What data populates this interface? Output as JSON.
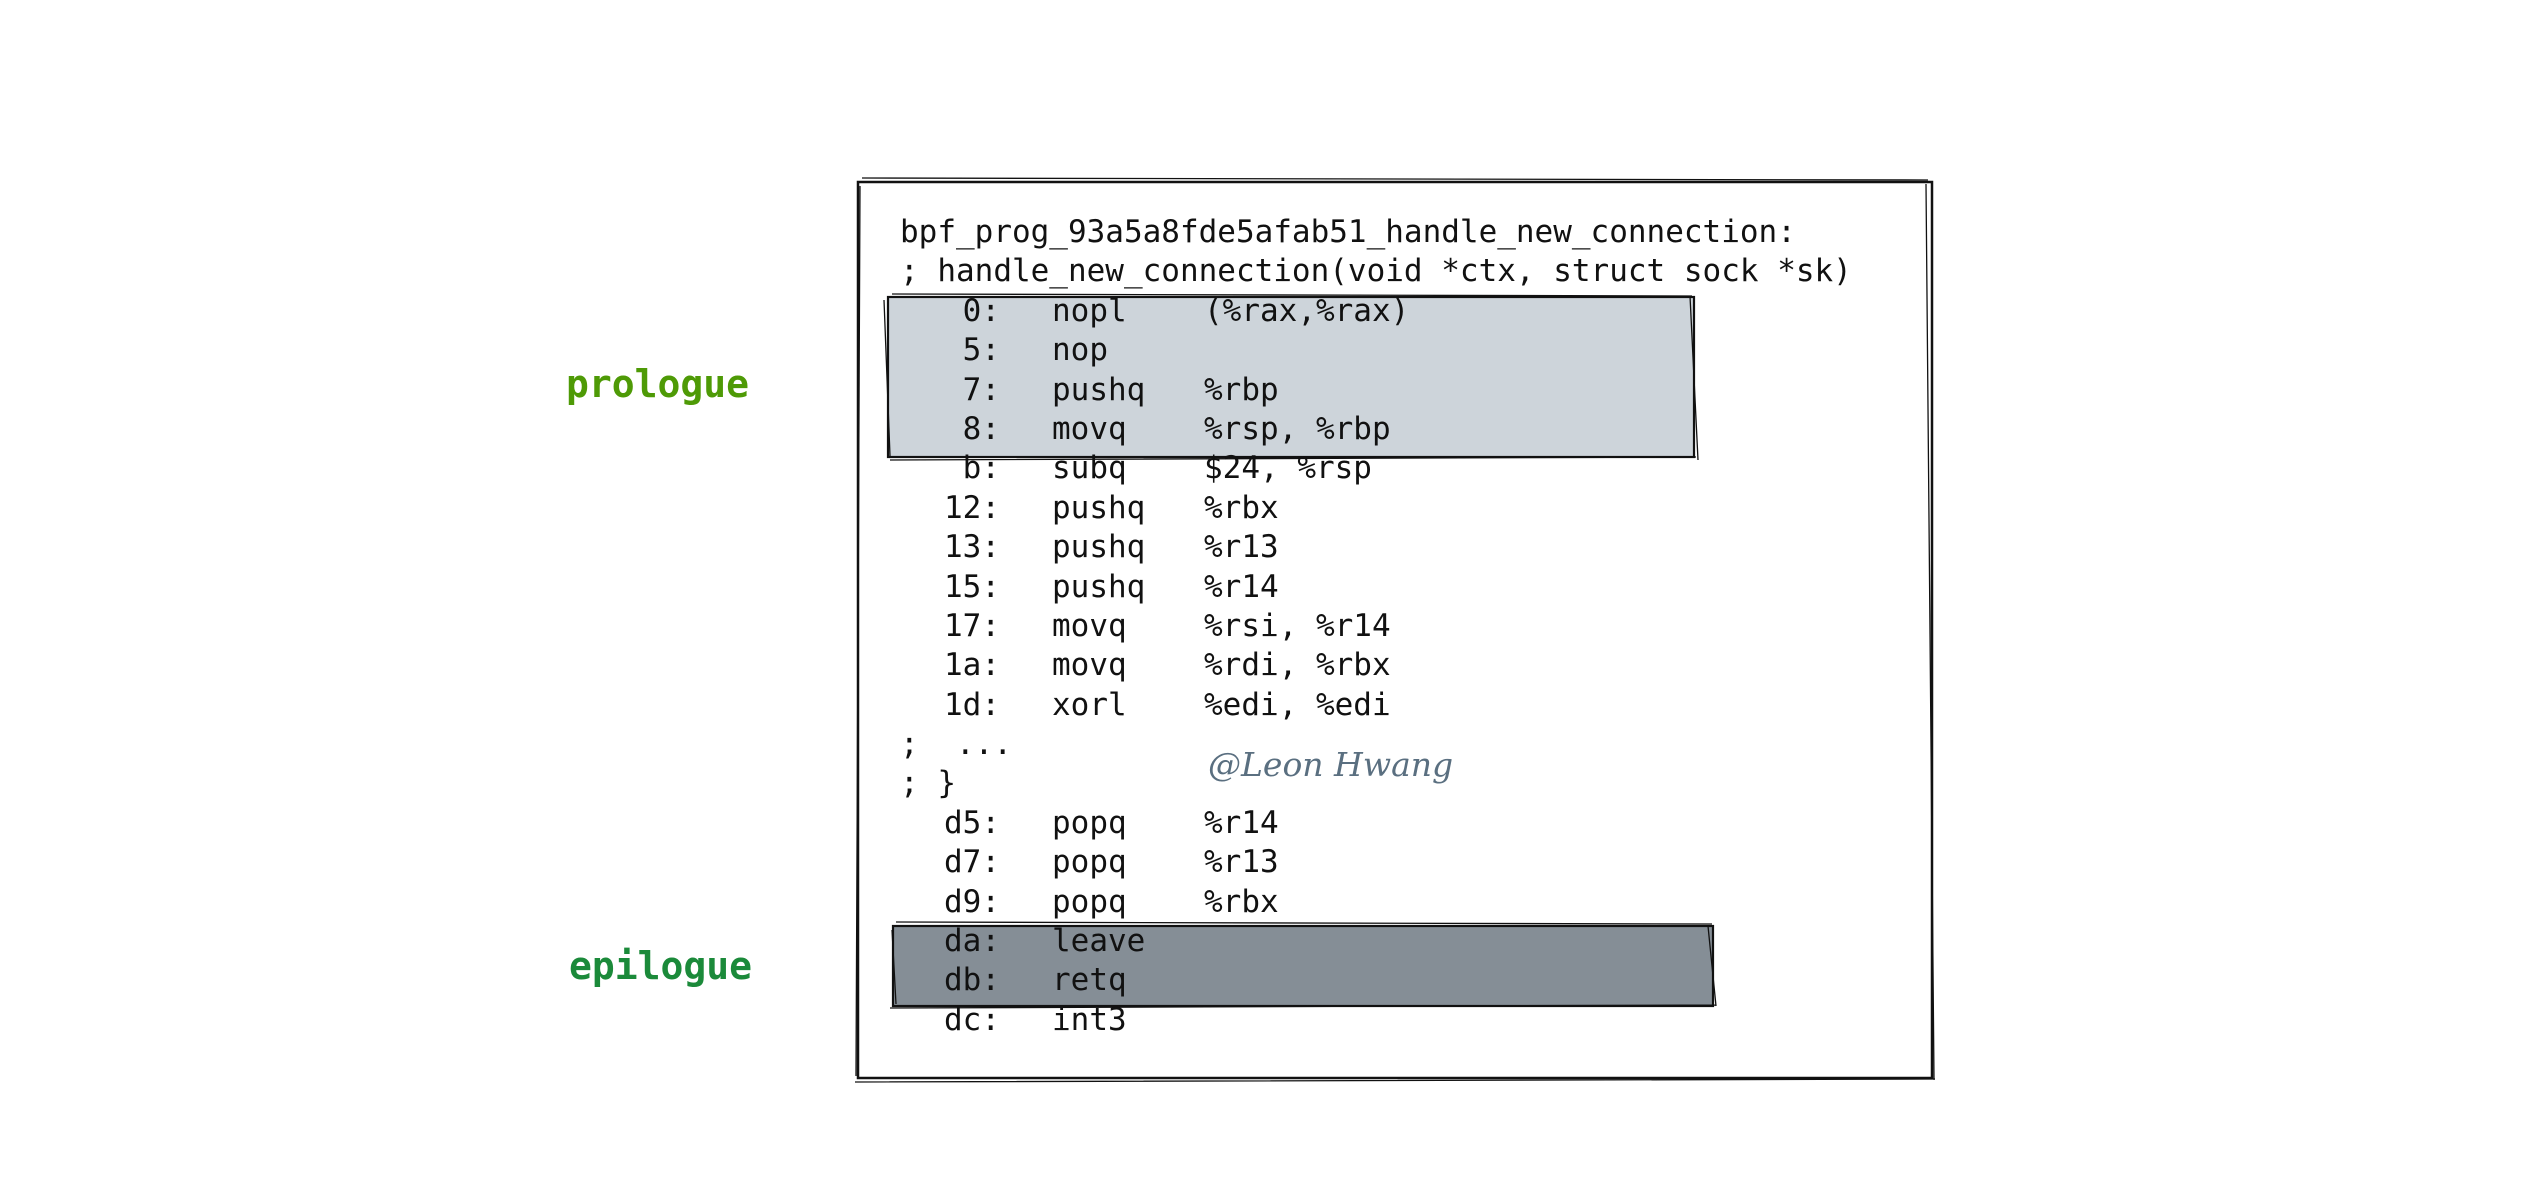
{
  "header": {
    "func_name": "bpf_prog_93a5a8fde5afab51_handle_new_connection:",
    "signature_comment": "; handle_new_connection(void *ctx, struct sock *sk)"
  },
  "instructions_head": [
    {
      "addr": "0:",
      "mnem": "nopl",
      "ops": "(%rax,%rax)"
    },
    {
      "addr": "5:",
      "mnem": "nop",
      "ops": ""
    },
    {
      "addr": "7:",
      "mnem": "pushq",
      "ops": "%rbp"
    },
    {
      "addr": "8:",
      "mnem": "movq",
      "ops": "%rsp, %rbp"
    },
    {
      "addr": "b:",
      "mnem": "subq",
      "ops": "$24, %rsp"
    },
    {
      "addr": "12:",
      "mnem": "pushq",
      "ops": "%rbx"
    },
    {
      "addr": "13:",
      "mnem": "pushq",
      "ops": "%r13"
    },
    {
      "addr": "15:",
      "mnem": "pushq",
      "ops": "%r14"
    },
    {
      "addr": "17:",
      "mnem": "movq",
      "ops": "%rsi, %r14"
    },
    {
      "addr": "1a:",
      "mnem": "movq",
      "ops": "%rdi, %rbx"
    },
    {
      "addr": "1d:",
      "mnem": "xorl",
      "ops": "%edi, %edi"
    }
  ],
  "ellipsis_comment": ";  ...",
  "close_comment": "; }",
  "instructions_tail": [
    {
      "addr": "d5:",
      "mnem": "popq",
      "ops": "%r14"
    },
    {
      "addr": "d7:",
      "mnem": "popq",
      "ops": "%r13"
    },
    {
      "addr": "d9:",
      "mnem": "popq",
      "ops": "%rbx"
    },
    {
      "addr": "da:",
      "mnem": "leave",
      "ops": ""
    },
    {
      "addr": "db:",
      "mnem": "retq",
      "ops": ""
    },
    {
      "addr": "dc:",
      "mnem": "int3",
      "ops": ""
    }
  ],
  "labels": {
    "prologue": "prologue",
    "epilogue": "epilogue"
  },
  "watermark": "@Leon Hwang",
  "colors": {
    "prologue_label": "#4e9a06",
    "epilogue_label": "#1b8a3a",
    "prologue_highlight": "#cdd4da",
    "epilogue_highlight": "#858e96",
    "watermark": "#5a6f80"
  }
}
